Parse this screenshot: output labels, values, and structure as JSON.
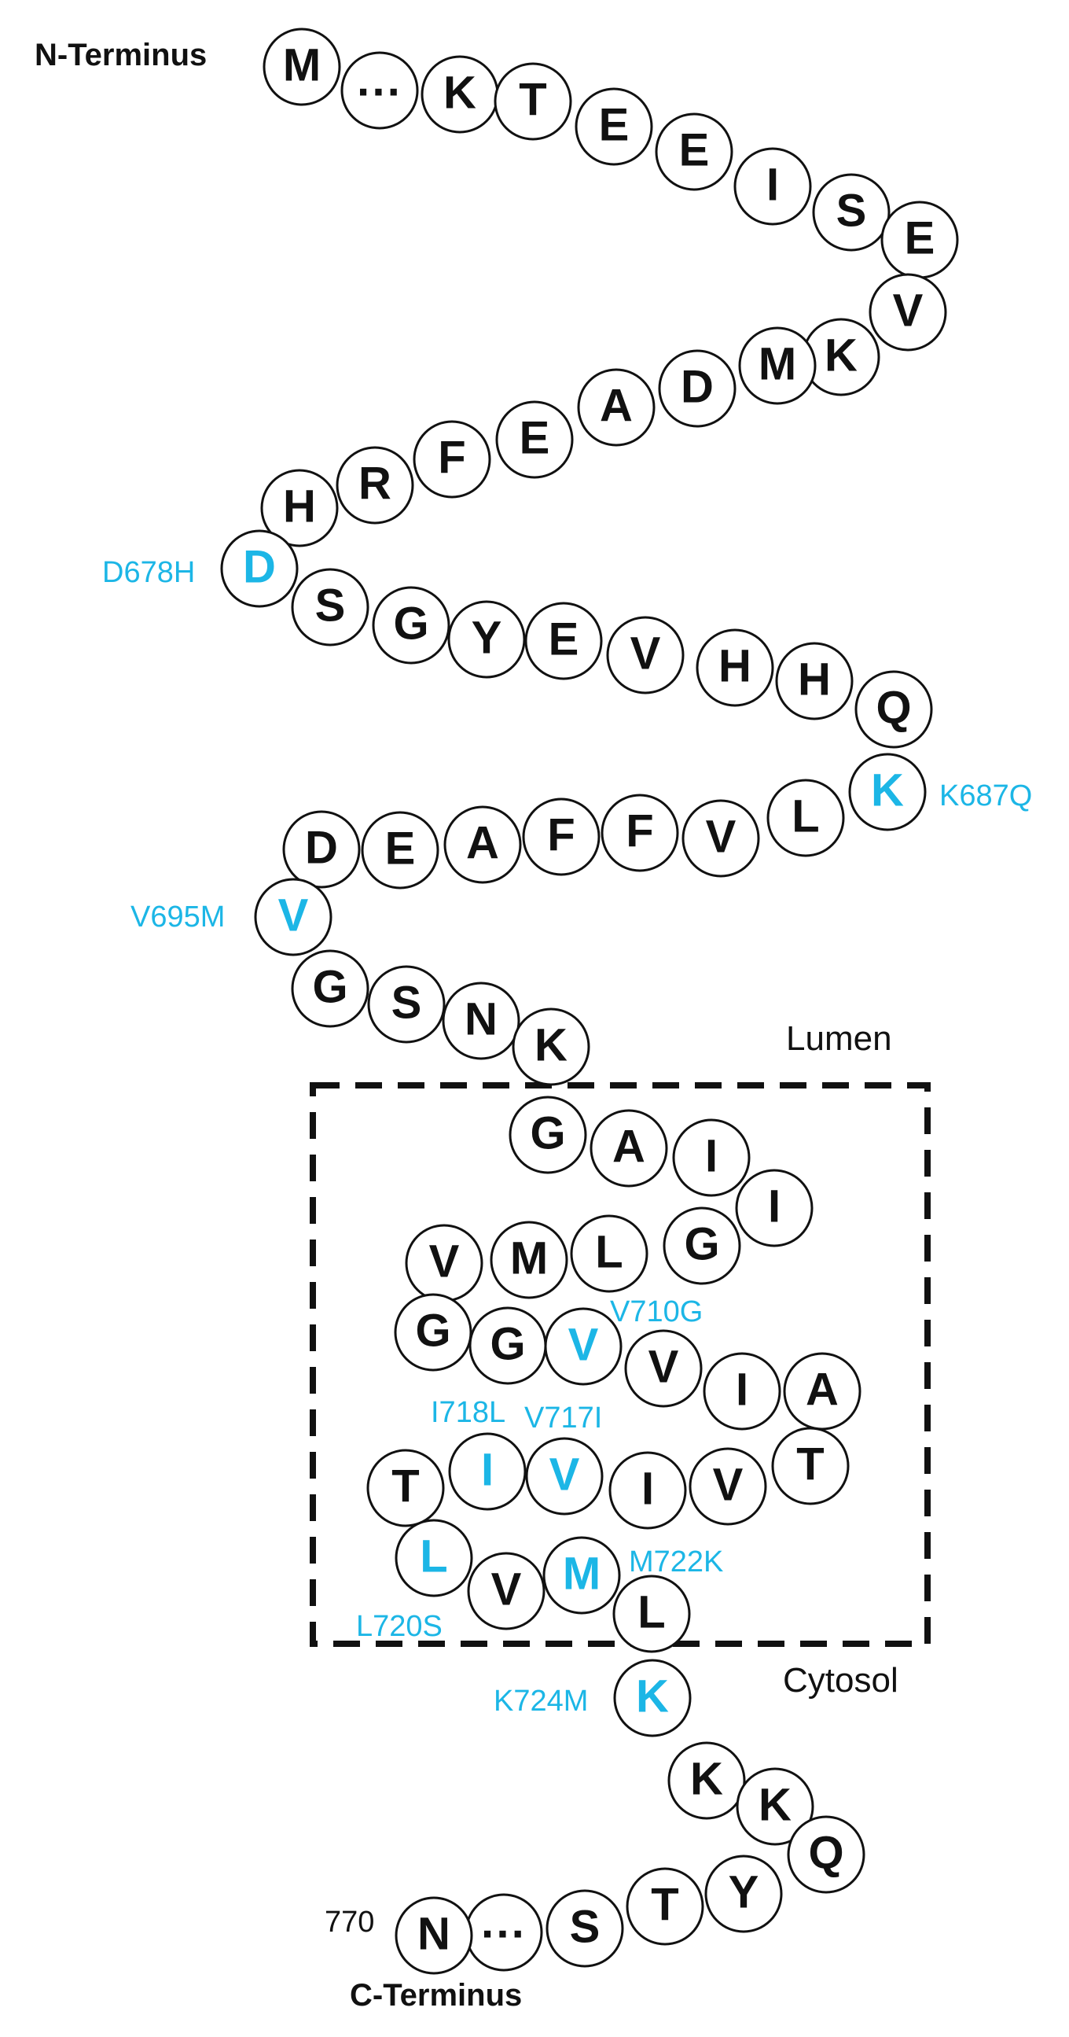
{
  "diagram": {
    "n_terminus": "N-Terminus",
    "c_terminus": "C-Terminus",
    "lumen": "Lumen",
    "cytosol": "Cytosol",
    "end_number": "770",
    "gap_symbol": "···",
    "colors": {
      "normal": "#111111",
      "highlight": "#1cb6e6",
      "stroke": "#111111"
    },
    "residues": [
      {
        "letter": "M"
      },
      {
        "letter": "···",
        "gap": true
      },
      {
        "letter": "K"
      },
      {
        "letter": "T"
      },
      {
        "letter": "E"
      },
      {
        "letter": "E"
      },
      {
        "letter": "I"
      },
      {
        "letter": "S"
      },
      {
        "letter": "E"
      },
      {
        "letter": "V"
      },
      {
        "letter": "K"
      },
      {
        "letter": "M"
      },
      {
        "letter": "D"
      },
      {
        "letter": "A"
      },
      {
        "letter": "E"
      },
      {
        "letter": "F"
      },
      {
        "letter": "R"
      },
      {
        "letter": "H"
      },
      {
        "letter": "D",
        "highlight": true,
        "mutation": "D678H"
      },
      {
        "letter": "S"
      },
      {
        "letter": "G"
      },
      {
        "letter": "Y"
      },
      {
        "letter": "E"
      },
      {
        "letter": "V"
      },
      {
        "letter": "H"
      },
      {
        "letter": "H"
      },
      {
        "letter": "Q"
      },
      {
        "letter": "K",
        "highlight": true,
        "mutation": "K687Q"
      },
      {
        "letter": "L"
      },
      {
        "letter": "V"
      },
      {
        "letter": "F"
      },
      {
        "letter": "F"
      },
      {
        "letter": "A"
      },
      {
        "letter": "E"
      },
      {
        "letter": "D"
      },
      {
        "letter": "V",
        "highlight": true,
        "mutation": "V695M"
      },
      {
        "letter": "G"
      },
      {
        "letter": "S"
      },
      {
        "letter": "N"
      },
      {
        "letter": "K"
      },
      {
        "letter": "G"
      },
      {
        "letter": "A"
      },
      {
        "letter": "I"
      },
      {
        "letter": "I"
      },
      {
        "letter": "G"
      },
      {
        "letter": "L"
      },
      {
        "letter": "M"
      },
      {
        "letter": "V"
      },
      {
        "letter": "G"
      },
      {
        "letter": "G"
      },
      {
        "letter": "V",
        "highlight": true,
        "mutation": "V710G"
      },
      {
        "letter": "V"
      },
      {
        "letter": "I"
      },
      {
        "letter": "A"
      },
      {
        "letter": "T"
      },
      {
        "letter": "V"
      },
      {
        "letter": "I"
      },
      {
        "letter": "V",
        "highlight": true,
        "mutation": "V717I"
      },
      {
        "letter": "I",
        "highlight": true,
        "mutation": "I718L"
      },
      {
        "letter": "T"
      },
      {
        "letter": "L",
        "highlight": true,
        "mutation": "L720S"
      },
      {
        "letter": "V"
      },
      {
        "letter": "M",
        "highlight": true,
        "mutation": "M722K"
      },
      {
        "letter": "L"
      },
      {
        "letter": "K",
        "highlight": true,
        "mutation": "K724M"
      },
      {
        "letter": "K"
      },
      {
        "letter": "K"
      },
      {
        "letter": "Q"
      },
      {
        "letter": "Y"
      },
      {
        "letter": "T"
      },
      {
        "letter": "S"
      },
      {
        "letter": "···",
        "gap": true
      },
      {
        "letter": "N"
      }
    ]
  }
}
